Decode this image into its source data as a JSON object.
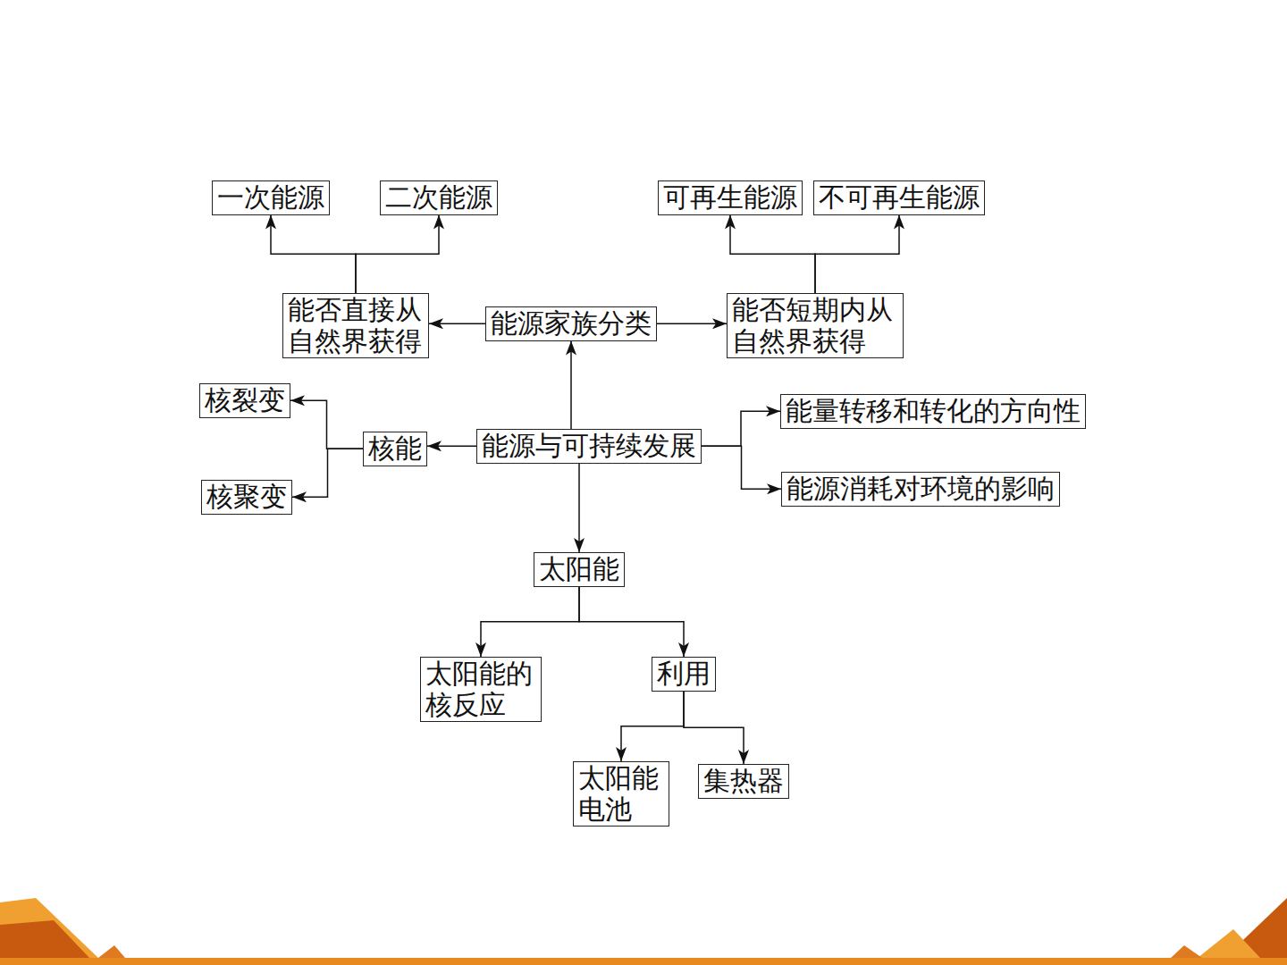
{
  "diagram": {
    "nodes": [
      {
        "text": [
          "一次能源"
        ]
      },
      {
        "text": [
          "二次能源"
        ]
      },
      {
        "text": [
          "可再生能源"
        ]
      },
      {
        "text": [
          "不可再生能源"
        ]
      },
      {
        "text": [
          "能否直接从 自然界获得"
        ]
      },
      {
        "text": [
          "能源家族分类"
        ]
      },
      {
        "text": [
          "能否短期内从 自然界获得"
        ]
      },
      {
        "text": [
          "核裂变"
        ]
      },
      {
        "text": [
          "能量转移和转化的方向性"
        ]
      },
      {
        "text": [
          "核能"
        ]
      },
      {
        "text": [
          "能源与可持续发展"
        ]
      },
      {
        "text": [
          "能源消耗对环境的影响"
        ]
      },
      {
        "text": [
          "核聚变"
        ]
      },
      {
        "text": [
          "太阳能"
        ]
      },
      {
        "text": [
          "太阳能的 核反应"
        ]
      },
      {
        "text": [
          "利用"
        ]
      },
      {
        "text": [
          "太阳能 电池"
        ]
      },
      {
        "text": [
          "集热器"
        ]
      }
    ],
    "edges": [
      {
        "from": 4,
        "to": 0,
        "arrow": "to"
      },
      {
        "from": 4,
        "to": 1,
        "arrow": "to"
      },
      {
        "from": 5,
        "to": 4,
        "arrow": "to"
      },
      {
        "from": 5,
        "to": 6,
        "arrow": "to"
      },
      {
        "from": 6,
        "to": 2,
        "arrow": "to"
      },
      {
        "from": 6,
        "to": 3,
        "arrow": "to"
      },
      {
        "from": 10,
        "to": 5,
        "arrow": "to"
      },
      {
        "from": 10,
        "to": 9,
        "arrow": "to"
      },
      {
        "from": 9,
        "to": 7,
        "arrow": "to"
      },
      {
        "from": 9,
        "to": 12,
        "arrow": "to"
      },
      {
        "from": 10,
        "to": 8,
        "arrow": "to"
      },
      {
        "from": 10,
        "to": 11,
        "arrow": "to"
      },
      {
        "from": 10,
        "to": 13,
        "arrow": "to"
      },
      {
        "from": 13,
        "to": 14,
        "arrow": "to"
      },
      {
        "from": 13,
        "to": 15,
        "arrow": "to"
      },
      {
        "from": 15,
        "to": 16,
        "arrow": "to"
      },
      {
        "from": 15,
        "to": 17,
        "arrow": "to"
      }
    ]
  }
}
